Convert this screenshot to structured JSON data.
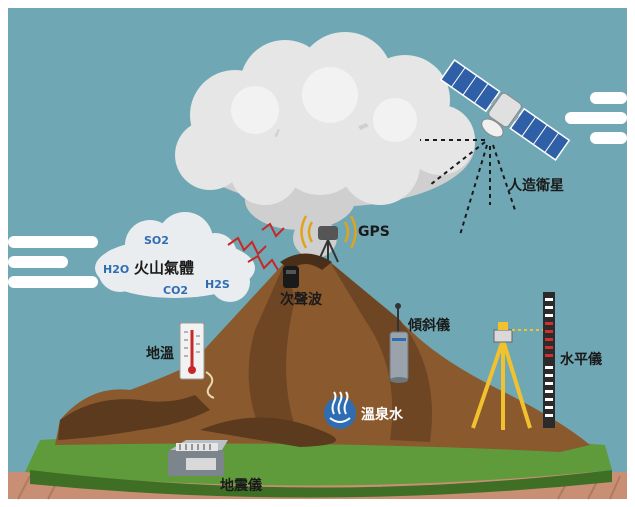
{
  "gas_cloud": {
    "title": "火山氣體",
    "gases": [
      "SO2",
      "H2O",
      "CO2",
      "H2S"
    ]
  },
  "instruments": {
    "satellite": "人造衛星",
    "gps": "GPS",
    "infrasound": "次聲波",
    "ground_temp": "地溫",
    "tiltmeter": "傾斜儀",
    "level": "水平儀",
    "hot_spring": "溫泉水",
    "seismometer": "地震儀"
  },
  "colors": {
    "sky": "#6fa8b4",
    "mountain": "#8a5a2e",
    "mountain_dark": "#5c3a1e",
    "grass": "#5f9b3a",
    "smoke": "#d9d9d9",
    "gas_text": "#2f6db3",
    "hot_spring_badge": "#2f6db3",
    "gps_signal": "#e2a21a",
    "infrasound_wave": "#c62828"
  }
}
